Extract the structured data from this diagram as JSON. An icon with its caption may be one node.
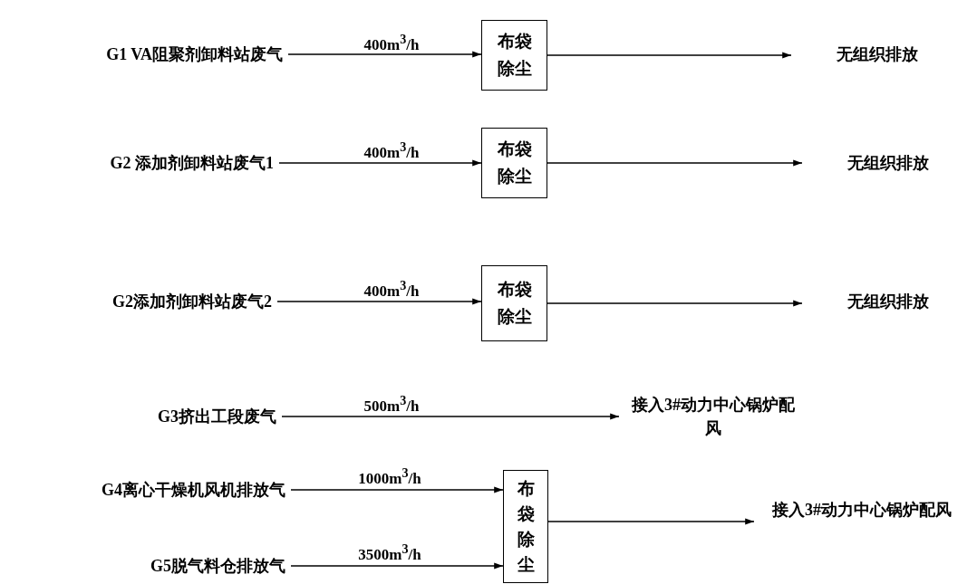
{
  "diagram": {
    "nodes": [
      {
        "text": [
          "G1 VA阻聚剂卸料站废气"
        ]
      },
      {
        "text": [
          "布袋除尘"
        ]
      },
      {
        "text": [
          "无组织排放"
        ]
      },
      {
        "text": [
          "G2 添加剂卸料站废气1"
        ]
      },
      {
        "text": [
          "布袋除尘"
        ]
      },
      {
        "text": [
          "无组织排放"
        ]
      },
      {
        "text": [
          "G2添加剂卸料站废气2"
        ]
      },
      {
        "text": [
          "布袋除尘"
        ]
      },
      {
        "text": [
          "无组织排放"
        ]
      },
      {
        "text": [
          "G3挤出工段废气"
        ]
      },
      {
        "text": [
          "接入3#动力中心锅炉配风"
        ]
      },
      {
        "text": [
          "G4离心干燥机风机排放气"
        ]
      },
      {
        "text": [
          "G5脱气料仓排放气"
        ]
      },
      {
        "text": [
          "布袋除尘"
        ]
      },
      {
        "text": [
          "接入3#动力中心锅炉配风"
        ]
      }
    ],
    "edges": [
      {
        "from": 0,
        "to": 1,
        "arrow": "to",
        "label": "400m$^{3}$/h"
      },
      {
        "from": 1,
        "to": 2,
        "arrow": "to"
      },
      {
        "from": 3,
        "to": 4,
        "arrow": "to",
        "label": "400m$^{3}$/h"
      },
      {
        "from": 4,
        "to": 5,
        "arrow": "to"
      },
      {
        "from": 6,
        "to": 7,
        "arrow": "to",
        "label": "400m$^{3}$/h"
      },
      {
        "from": 7,
        "to": 8,
        "arrow": "to"
      },
      {
        "from": 9,
        "to": 10,
        "arrow": "to",
        "label": "500m$^{3}$/h"
      },
      {
        "from": 11,
        "to": 13,
        "arrow": "to",
        "label": "1000m$^{3}$/h"
      },
      {
        "from": 12,
        "to": 13,
        "arrow": "to",
        "label": "3500m$^{3}$/h"
      },
      {
        "from": 13,
        "to": 14,
        "arrow": "to"
      }
    ]
  }
}
